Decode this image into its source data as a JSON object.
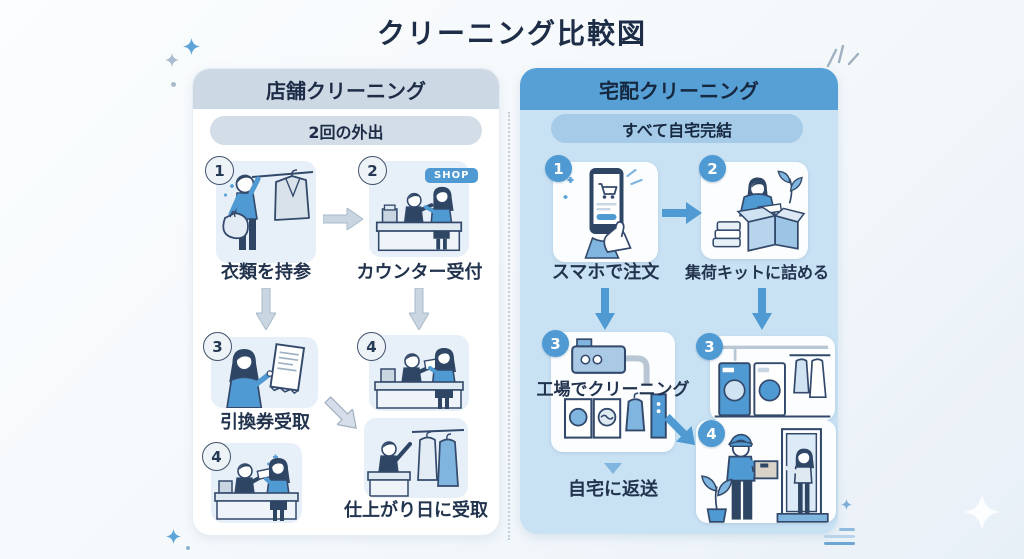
{
  "title": "クリーニング比較図",
  "store_panel": {
    "title": "店舗クリーニング",
    "badge": "2回の外出",
    "steps": [
      {
        "num": "1",
        "label": "衣類を持参"
      },
      {
        "num": "2",
        "label": "カウンター受付",
        "sign": "SHOP"
      },
      {
        "num": "3",
        "label": "引換券受取"
      },
      {
        "num": "4",
        "label": ""
      },
      {
        "num": "4",
        "label": ""
      }
    ],
    "pickup_label": "仕上がり日に受取"
  },
  "delivery_panel": {
    "title": "宅配クリーニング",
    "badge": "すべて自宅完結",
    "steps": [
      {
        "num": "1",
        "label": "スマホで注文"
      },
      {
        "num": "2",
        "label": "集荷キットに詰める"
      },
      {
        "num": "3",
        "label": "工場でクリーニング"
      },
      {
        "num": "3",
        "label": ""
      },
      {
        "num": "4",
        "label": ""
      }
    ],
    "return_label": "自宅に返送"
  },
  "icons": {
    "bring-clothes-illustration": "person carrying laundry bag with jacket on rail",
    "shop-counter-illustration": "clerk receiving customer at shop counter",
    "receive-ticket-illustration": "woman holding exchange ticket",
    "counter-handover-illustration": "customer handing item over counter",
    "ticket-exchange-illustration": "clerk giving ticket to customer",
    "rack-pickup-illustration": "finished garments hanging on rack at counter",
    "smartphone-order-illustration": "hand tapping order on smartphone with cart",
    "packing-kit-illustration": "woman packing folded clothes into pickup box",
    "factory-cleaning-illustration": "factory machine and washers",
    "washers-rack-illustration": "washing machines and hanging clothes",
    "home-delivery-illustration": "courier handing box to woman at her door"
  },
  "colors": {
    "page_bg": "#f4f8fb",
    "title_text": "#1d2d47",
    "store_header_bg": "#ccd8e3",
    "store_badge_bg": "#d3dde7",
    "store_panel_bg": "#ffffff",
    "store_card_bg": "#e7f0f8",
    "store_arrow": "#c9d6e2",
    "delivery_header_bg": "#57a0d6",
    "delivery_badge_bg": "#a5cbe8",
    "delivery_panel_bg": "#c8e1f3",
    "delivery_card_bg": "#fbfdff",
    "delivery_arrow": "#4f9ad2",
    "step_circle_delivery": "#4f9ad2"
  }
}
